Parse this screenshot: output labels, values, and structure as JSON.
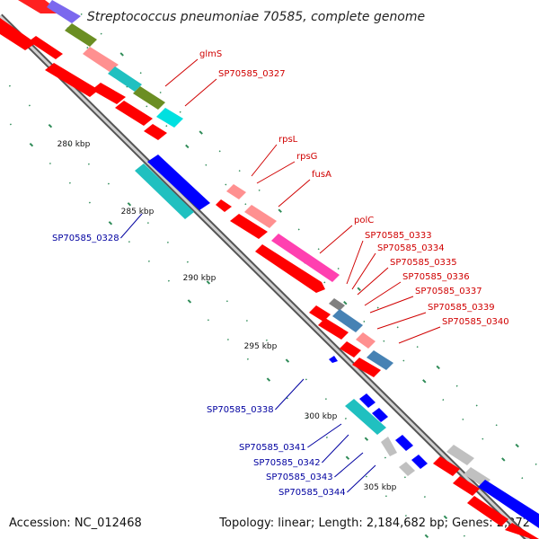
{
  "title": "Streptococcus pneumoniae 70585, complete genome",
  "accession": "Accession: NC_012468",
  "topology": "Topology: linear; Length: 2,184,682 bp; Genes: 2,272",
  "colors": {
    "backbone": "#808080",
    "forward_cds": "#ff0000",
    "reverse_cds": "#0000ff",
    "rrna_cyan": "#00e0e0",
    "teal": "#20c0c0",
    "salmon": "#ff9090",
    "olive": "#6b8e23",
    "magenta": "#ff40b0",
    "steel": "#4682b4",
    "grey_feature": "#c0c0c0",
    "purple": "#7b68ee",
    "gc_skew": "#2e8b57",
    "label_fwd": "#d00000",
    "label_rev": "#0000a0"
  },
  "ticks": [
    "280 kbp",
    "285 kbp",
    "290 kbp",
    "295 kbp",
    "300 kbp",
    "305 kbp"
  ],
  "forward_labels": [
    "glmS",
    "SP70585_0327",
    "rpsL",
    "rpsG",
    "fusA",
    "polC",
    "SP70585_0333",
    "SP70585_0334",
    "SP70585_0335",
    "SP70585_0336",
    "SP70585_0337",
    "SP70585_0339",
    "SP70585_0340"
  ],
  "reverse_labels": [
    "SP70585_0328",
    "SP70585_0338",
    "SP70585_0341",
    "SP70585_0342",
    "SP70585_0343",
    "SP70585_0344"
  ]
}
